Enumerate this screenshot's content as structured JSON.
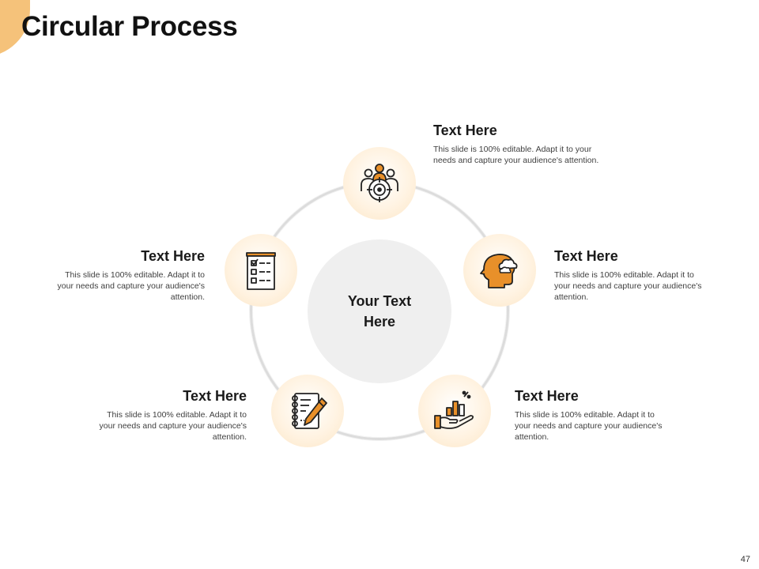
{
  "slide": {
    "title": "Circular Process",
    "page_number": "47",
    "accent_color": "#f5c27a",
    "icon_color": "#e8902a"
  },
  "center": {
    "text": "Your Text Here"
  },
  "steps": [
    {
      "icon": "team-target-icon",
      "heading": "Text Here",
      "body": "This slide is 100% editable. Adapt it to your needs and capture your audience's attention."
    },
    {
      "icon": "head-cloud-icon",
      "heading": "Text Here",
      "body": "This slide is 100% editable. Adapt it to your needs and capture your audience's attention."
    },
    {
      "icon": "hand-chart-icon",
      "heading": "Text Here",
      "body": "This slide is 100% editable. Adapt it to your needs and capture your audience's attention."
    },
    {
      "icon": "notebook-pencil-icon",
      "heading": "Text Here",
      "body": "This slide is 100% editable. Adapt it to your needs and capture your audience's attention."
    },
    {
      "icon": "checklist-icon",
      "heading": "Text Here",
      "body": "This slide is 100% editable. Adapt it to your needs and capture your audience's attention."
    }
  ]
}
